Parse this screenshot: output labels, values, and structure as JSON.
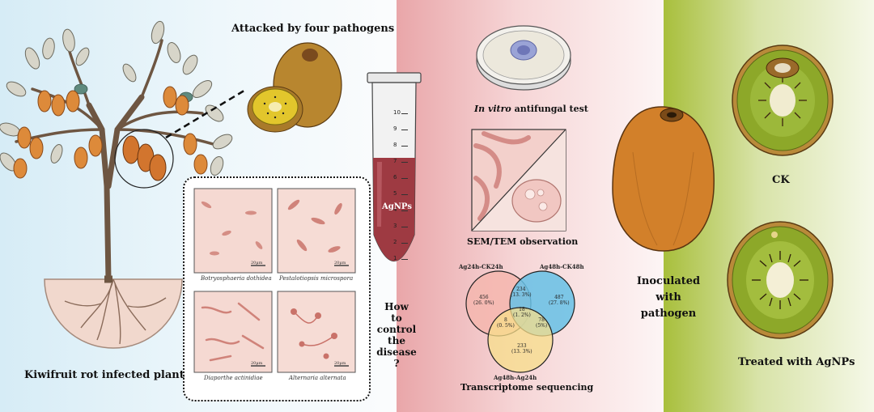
{
  "labels": {
    "attacked": "Attacked by four pathogens",
    "infected_plant": "Kiwifruit rot infected plant",
    "agnps": "AgNPs",
    "question": [
      "How",
      "to",
      "control",
      "the",
      "disease",
      "?"
    ],
    "in_vitro_italic": "In vitro",
    "in_vitro_rest": " antifungal test",
    "sem_tem": "SEM/TEM observation",
    "transcriptome": "Transcriptome sequencing",
    "inoculated": [
      "Inoculated",
      "with",
      "pathogen"
    ],
    "ck": "CK",
    "treated": "Treated with AgNPs"
  },
  "pathogens": [
    {
      "name": "Botryosphaeria dothidea",
      "scale": "20µm"
    },
    {
      "name": "Pestalotiopsis microspora",
      "scale": "20µm"
    },
    {
      "name": "Diaporthe actinidiae",
      "scale": "20µm"
    },
    {
      "name": "Alternaria alternata",
      "scale": "20µm"
    }
  ],
  "venn": {
    "set_a": "Ag24h-CK24h",
    "set_b": "Ag48h-CK48h",
    "set_c": "Ag48h-Ag24h",
    "regions": {
      "a_only": [
        "456",
        "(26. 0%)"
      ],
      "ab": [
        "234",
        "(13. 3%)"
      ],
      "b_only": [
        "487",
        "(27. 8%)"
      ],
      "abc": [
        "18",
        "(1. 2%)"
      ],
      "ac": [
        "8",
        "(0. 5%)"
      ],
      "bc": [
        "78",
        "(5%)"
      ],
      "c_only": [
        "233",
        "(13. 3%)"
      ]
    }
  },
  "tube_ticks": [
    "1",
    "2",
    "3",
    "4",
    "5",
    "6",
    "7",
    "8",
    "9",
    "10"
  ],
  "colors": {
    "panel1": "#d6ecf6",
    "panel2": "#e9a6a9",
    "panel3": "#a8bf3c",
    "kiwi_skin": "#c5862a",
    "kiwi_flesh_green": "#8da829",
    "tube_liquid": "#9e3a42"
  }
}
